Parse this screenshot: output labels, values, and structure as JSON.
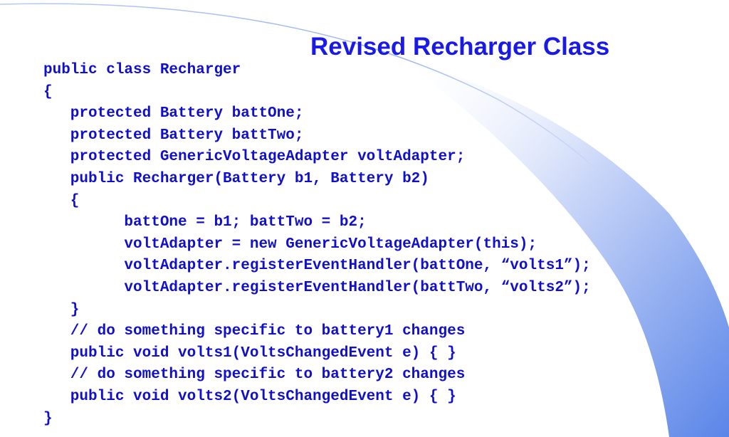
{
  "slide": {
    "title": "Revised Recharger Class",
    "code_lines": [
      "public class Recharger",
      "{",
      "   protected Battery battOne;",
      "   protected Battery battTwo;",
      "   protected GenericVoltageAdapter voltAdapter;",
      "   public Recharger(Battery b1, Battery b2)",
      "   {",
      "         battOne = b1; battTwo = b2;",
      "         voltAdapter = new GenericVoltageAdapter(this);",
      "         voltAdapter.registerEventHandler(battOne, “volts1”);",
      "         voltAdapter.registerEventHandler(battTwo, “volts2”);",
      "   }",
      "   // do something specific to battery1 changes",
      "   public void volts1(VoltsChangedEvent e) { }",
      "   // do something specific to battery2 changes",
      "   public void volts2(VoltsChangedEvent e) { }",
      "}"
    ]
  },
  "colors": {
    "title": "#1a1ae6",
    "code": "#1010cc",
    "decoration": "#5a85e8"
  }
}
